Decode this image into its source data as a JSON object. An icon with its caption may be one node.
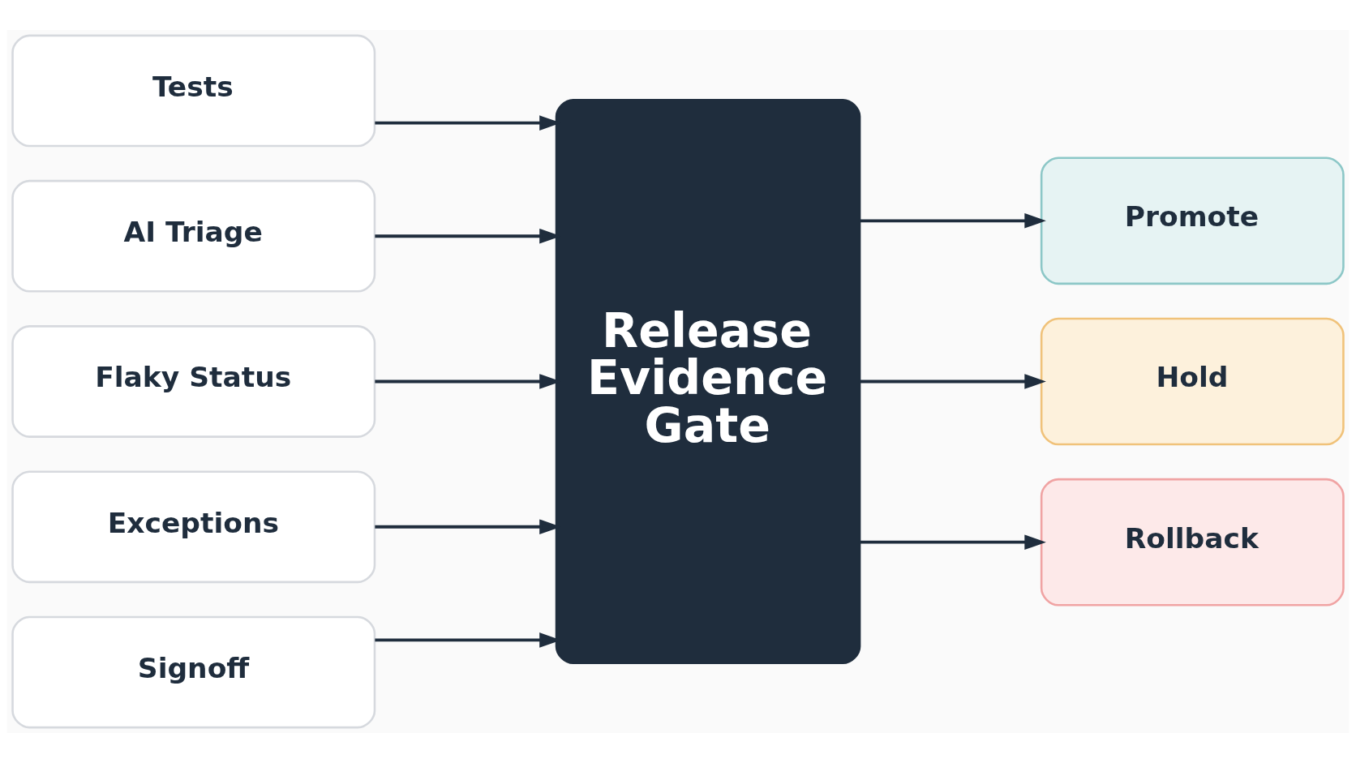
{
  "diagram": {
    "nodes": [
      {
        "text": [
          "Tests"
        ]
      },
      {
        "text": [
          "AI Triage"
        ]
      },
      {
        "text": [
          "Flaky Status"
        ]
      },
      {
        "text": [
          "Exceptions"
        ]
      },
      {
        "text": [
          "Signoff"
        ]
      },
      {
        "text": [
          "Release Evidence Gate"
        ]
      },
      {
        "text": [
          "Promote"
        ]
      },
      {
        "text": [
          "Hold"
        ]
      },
      {
        "text": [
          "Rollback"
        ]
      }
    ],
    "edges": [
      {
        "from": 0,
        "to": 5,
        "arrow": "to"
      },
      {
        "from": 1,
        "to": 5,
        "arrow": "to"
      },
      {
        "from": 2,
        "to": 5,
        "arrow": "to"
      },
      {
        "from": 3,
        "to": 5,
        "arrow": "to"
      },
      {
        "from": 4,
        "to": 5,
        "arrow": "to"
      },
      {
        "from": 5,
        "to": 6,
        "arrow": "to"
      },
      {
        "from": 5,
        "to": 7,
        "arrow": "to"
      },
      {
        "from": 5,
        "to": 8,
        "arrow": "to"
      }
    ]
  }
}
